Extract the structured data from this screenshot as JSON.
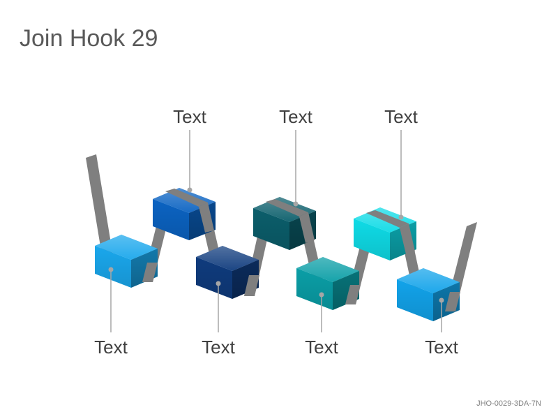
{
  "slide": {
    "title": "Join Hook 29",
    "code": "JHO-0029-3DA-7N"
  },
  "callouts": {
    "top": [
      "Text",
      "Text",
      "Text"
    ],
    "bottom": [
      "Text",
      "Text",
      "Text",
      "Text"
    ]
  },
  "colors": {
    "strap": "#7f7f7f",
    "strap_dark": "#666666",
    "callout_line": "#a6a6a6",
    "cube_1": "#1aa7ec",
    "cube_2": "#0b63c2",
    "cube_3": "#0f3b7d",
    "cube_4": "#0b5e6b",
    "cube_5": "#0a9ea6",
    "cube_6": "#0fdbe6",
    "cube_7": "#12a3ea"
  }
}
